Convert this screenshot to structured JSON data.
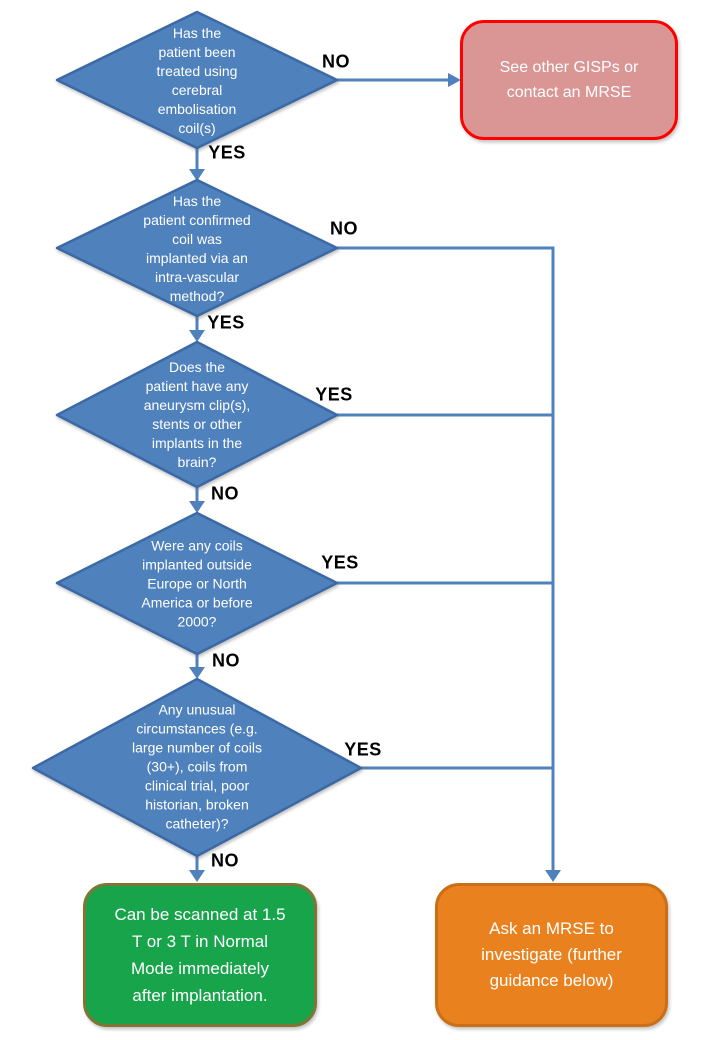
{
  "colors": {
    "background": "#ffffff",
    "decision_fill": "#4f81bd",
    "decision_border": "#3b69a5",
    "connector": "#4f81bd",
    "branch_label_color": "#000000",
    "shape_text_color": "#ffffff",
    "reject_fill": "#d99694",
    "reject_border": "#fe0000",
    "success_fill": "#17a44b",
    "success_border": "#7f7536",
    "investigate_fill": "#e9821e",
    "investigate_border": "#cb6e15"
  },
  "decisions": [
    {
      "text": "Has the\npatient been\ntreated using\ncerebral\nembolisation\ncoil(s)",
      "branch_right": "NO",
      "branch_down": "YES"
    },
    {
      "text": "Has the\npatient confirmed\ncoil was\nimplanted via an\nintra-vascular\nmethod?",
      "branch_right": "NO",
      "branch_down": "YES"
    },
    {
      "text": "Does the\npatient have any\naneurysm clip(s),\nstents or other\nimplants in the\nbrain?",
      "branch_right": "YES",
      "branch_down": "NO"
    },
    {
      "text": "Were any coils\nimplanted outside\nEurope or North\nAmerica or before\n2000?",
      "branch_right": "YES",
      "branch_down": "NO"
    },
    {
      "text": "Any unusual\ncircumstances (e.g.\nlarge number of coils\n(30+), coils from\nclinical trial, poor\nhistorian, broken\ncatheter)?",
      "branch_right": "YES",
      "branch_down": "NO"
    }
  ],
  "terminals": {
    "reject": {
      "text": "See other GISPs or\ncontact an MRSE"
    },
    "success": {
      "text": "Can be scanned at 1.5\nT or 3 T in Normal\nMode immediately\nafter implantation."
    },
    "investigate": {
      "text": "Ask an MRSE to\ninvestigate (further\nguidance below)"
    }
  }
}
